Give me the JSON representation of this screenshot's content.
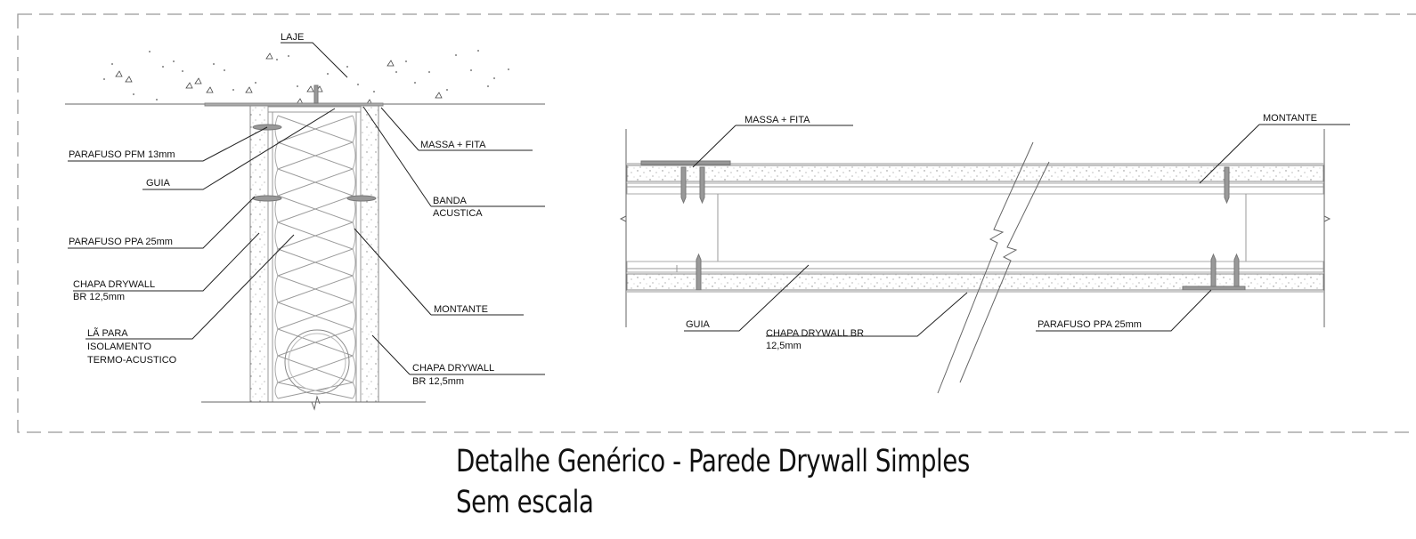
{
  "left_detail": {
    "labels": {
      "laje": "LAJE",
      "parafuso_pfm": "PARAFUSO PFM 13mm",
      "massa_fita": "MASSA + FITA",
      "guia": "GUIA",
      "banda_1": "BANDA",
      "banda_2": "ACUSTICA",
      "parafuso_ppa": "PARAFUSO PPA 25mm",
      "chapa_1": "CHAPA DRYWALL",
      "chapa_1b": "BR 12,5mm",
      "montante": "MONTANTE",
      "la_1": "LÃ PARA",
      "la_2": "ISOLAMENTO",
      "la_3": "TERMO-ACUSTICO",
      "chapa_2": "CHAPA DRYWALL",
      "chapa_2b": "BR 12,5mm"
    }
  },
  "right_detail": {
    "labels": {
      "massa_fita": "MASSA + FITA",
      "montante": "MONTANTE",
      "guia": "GUIA",
      "chapa_1": "CHAPA DRYWALL BR",
      "chapa_1b": "12,5mm",
      "parafuso_ppa": "PARAFUSO PPA 25mm"
    }
  },
  "title": {
    "line1": "Detalhe Genérico - Parede Drywall Simples",
    "line2": "Sem escala"
  }
}
